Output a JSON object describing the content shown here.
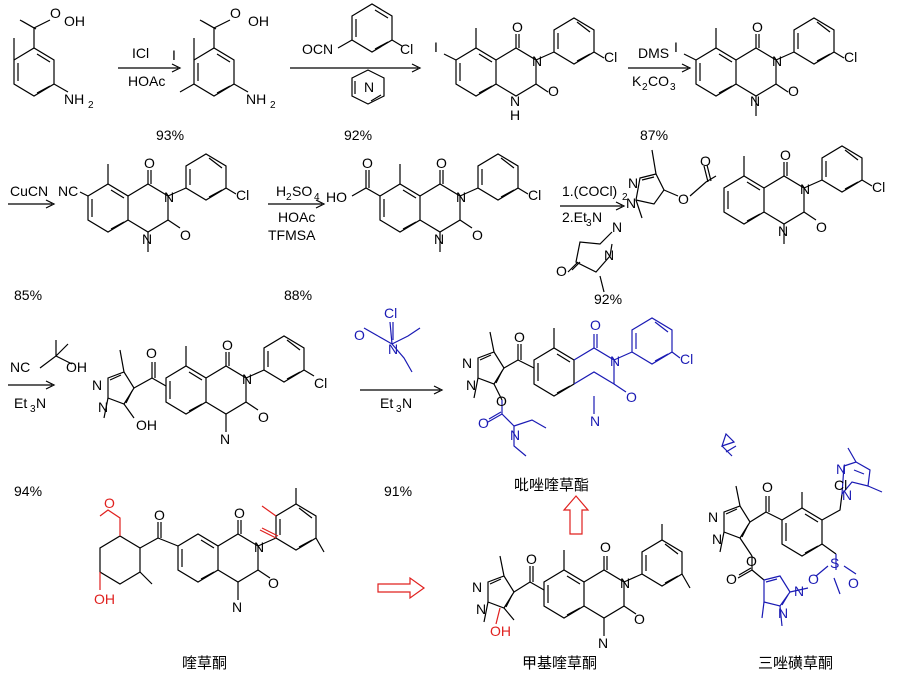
{
  "colors": {
    "black": "#000000",
    "blue": "#1a1ab4",
    "red": "#e0201e"
  },
  "yields": [
    "93%",
    "92%",
    "87%",
    "85%",
    "88%",
    "92%",
    "94%",
    "91%"
  ],
  "reagents": {
    "s1": [
      "ICl",
      "HOAc"
    ],
    "s2": [
      "OCN"
    ],
    "s3": [
      "DMS",
      "K",
      "2",
      "CO",
      "3"
    ],
    "s4": [
      "CuCN"
    ],
    "s5": [
      "H",
      "2",
      "SO",
      "4",
      "HOAc",
      "TFMSA"
    ],
    "s6": [
      "1.(COCl)",
      "2",
      "2.Et",
      "3",
      "N"
    ],
    "s7": [
      "NC",
      "OH",
      "Et",
      "3",
      "N"
    ],
    "s8": [
      "Et",
      "3",
      "N"
    ]
  },
  "atoms": {
    "O": "O",
    "N": "N",
    "H": "H",
    "I": "I",
    "Cl": "Cl",
    "S": "S",
    "OH": "OH",
    "HO": "HO",
    "NC": "NC",
    "NH2": "NH",
    "sub2": "2"
  },
  "compound_names": {
    "pyrazoquinazolinone": "吡唑喹草酯",
    "quinazolinone_trione": "喹草酮",
    "methyl_quinazolinone": "甲基喹草酮",
    "tripyrasulfone": "三唑磺草酮"
  }
}
